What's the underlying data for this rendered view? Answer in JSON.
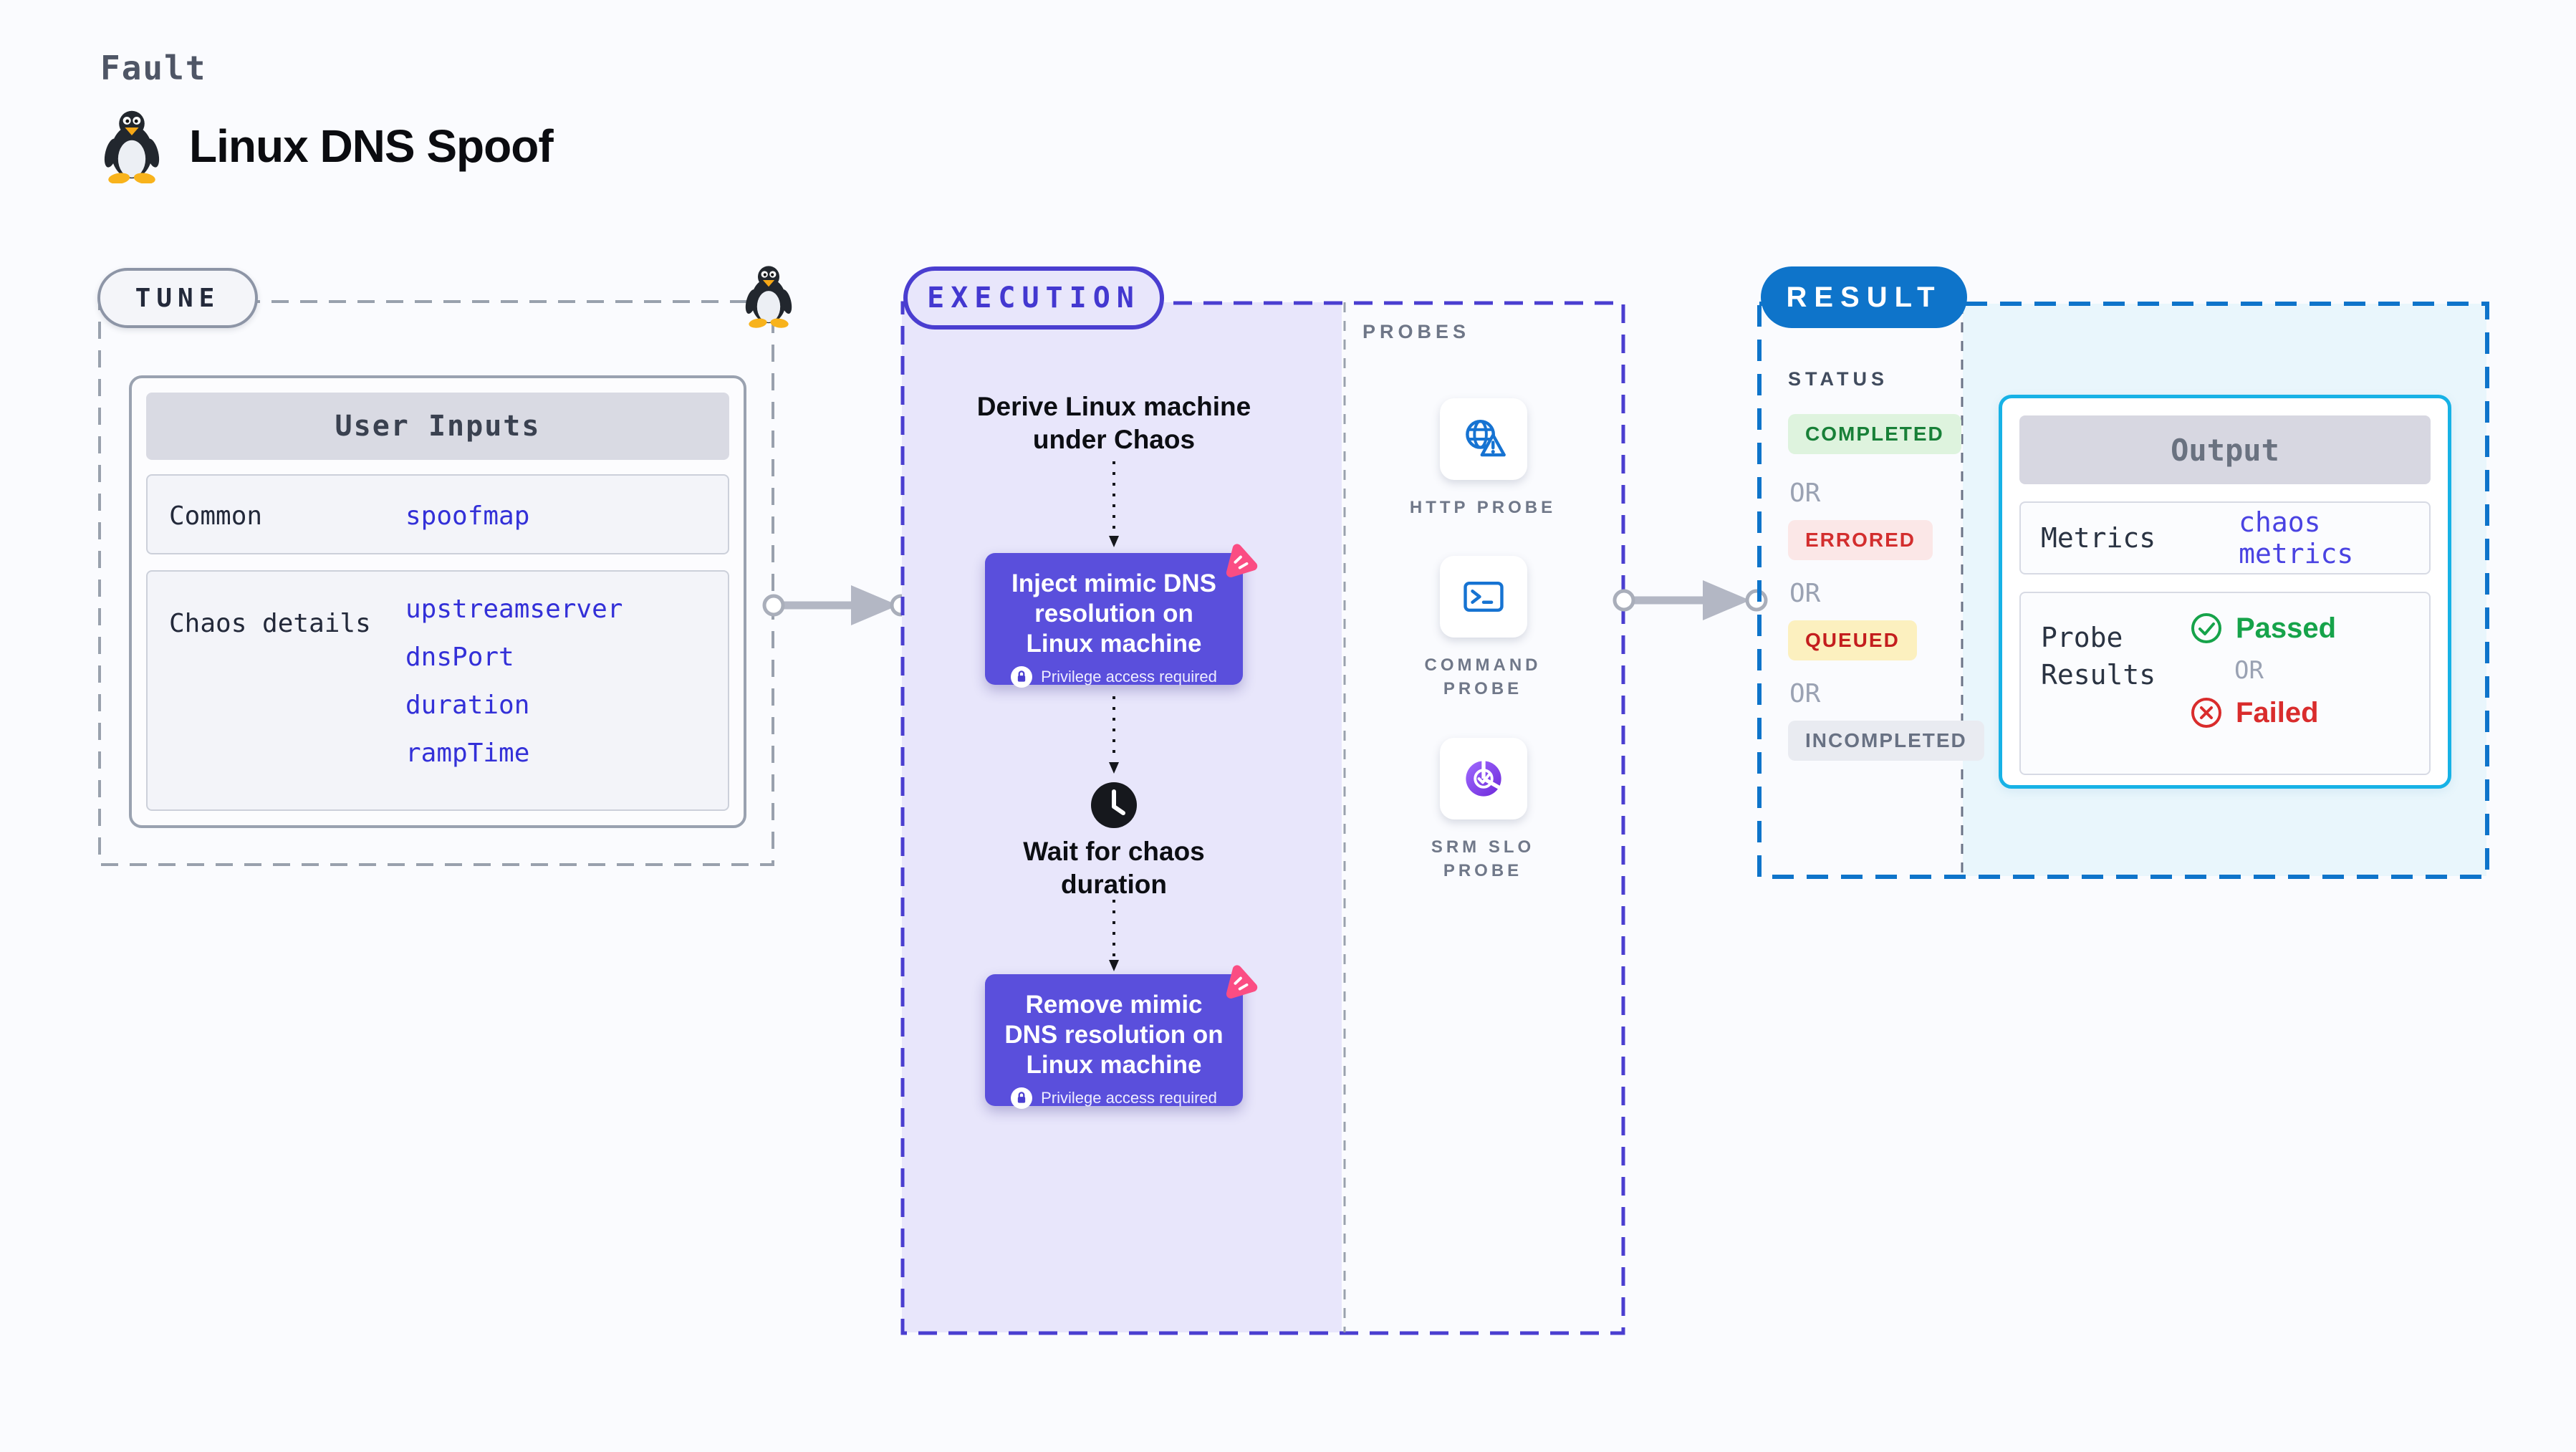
{
  "header": {
    "category": "Fault",
    "title": "Linux DNS Spoof"
  },
  "tune": {
    "label": "TUNE",
    "user_inputs": {
      "header": "User Inputs",
      "rows": [
        {
          "label": "Common",
          "links": [
            "spoofmap"
          ]
        },
        {
          "label": "Chaos details",
          "links": [
            "upstreamserver",
            "dnsPort",
            "duration",
            "rampTime"
          ]
        }
      ]
    }
  },
  "execution": {
    "label": "EXECUTION",
    "steps": {
      "derive": "Derive Linux machine under Chaos",
      "inject": "Inject mimic DNS resolution on Linux machine",
      "wait": "Wait for chaos duration",
      "remove": "Remove mimic DNS resolution on Linux machine",
      "privilege": "Privilege access required"
    },
    "probes": {
      "label": "PROBES",
      "items": [
        {
          "label": "HTTP PROBE",
          "icon": "globe-alert-icon"
        },
        {
          "label": "COMMAND PROBE",
          "icon": "terminal-icon"
        },
        {
          "label": "SRM SLO PROBE",
          "icon": "slo-pie-check-icon"
        }
      ]
    }
  },
  "result": {
    "label": "RESULT",
    "status": {
      "header": "STATUS",
      "items": [
        {
          "type": "badge",
          "variant": "completed",
          "label": "COMPLETED"
        },
        {
          "type": "or",
          "label": "OR"
        },
        {
          "type": "badge",
          "variant": "errored",
          "label": "ERRORED"
        },
        {
          "type": "or",
          "label": "OR"
        },
        {
          "type": "badge",
          "variant": "queued",
          "label": "QUEUED"
        },
        {
          "type": "or",
          "label": "OR"
        },
        {
          "type": "badge",
          "variant": "incompleted",
          "label": "INCOMPLETED"
        }
      ]
    },
    "output": {
      "header": "Output",
      "metrics_label": "Metrics",
      "metrics_value": "chaos metrics",
      "probe_results_label": "Probe Results",
      "passed_label": "Passed",
      "or_label": "OR",
      "failed_label": "Failed"
    }
  },
  "colors": {
    "execution_accent": "#4a3ed0",
    "result_accent": "#0e74ca",
    "step_box": "#5a4fdc",
    "link_blue": "#3330d8",
    "litmus_pink": "#fb4d83",
    "probe_blue": "#1673d2",
    "passed_green": "#16a34a",
    "failed_red": "#d92c2c",
    "output_border": "#17b2e6"
  }
}
